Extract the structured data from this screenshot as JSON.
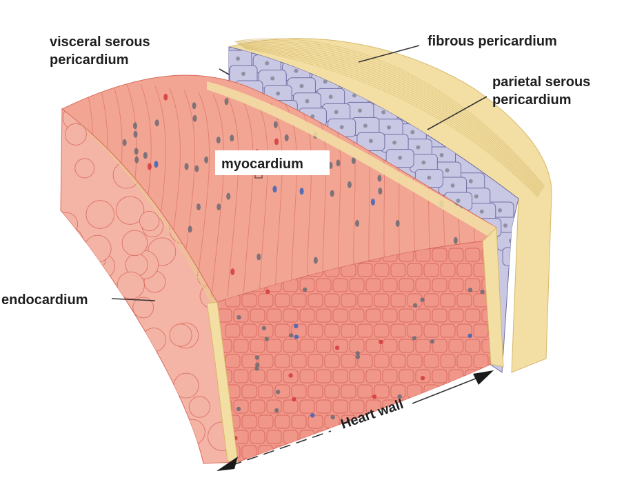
{
  "labels": {
    "visceral_serous_line1": "visceral serous",
    "visceral_serous_line2": "pericardium",
    "fibrous_pericardium": "fibrous pericardium",
    "parietal_serous_line1": "parietal serous",
    "parietal_serous_line2": "pericardium",
    "myocardium": "myocardium",
    "endocardium": "endocardium",
    "heart_wall": "Heart wall"
  },
  "colors": {
    "myocardium_top": "#f2a593",
    "myocardium_face": "#f0978a",
    "cell_outline": "#d86a5e",
    "endocardium_side": "#f4b4a6",
    "fibrous_layer": "#f3dfa4",
    "parietal_cells": "#c9c8e4",
    "parietal_outline": "#6f6ea3",
    "nucleus_dark": "#6b6a74",
    "nucleus_red": "#d23a3a",
    "nucleus_blue": "#3b63b8",
    "label_text": "#1f1f1f"
  }
}
